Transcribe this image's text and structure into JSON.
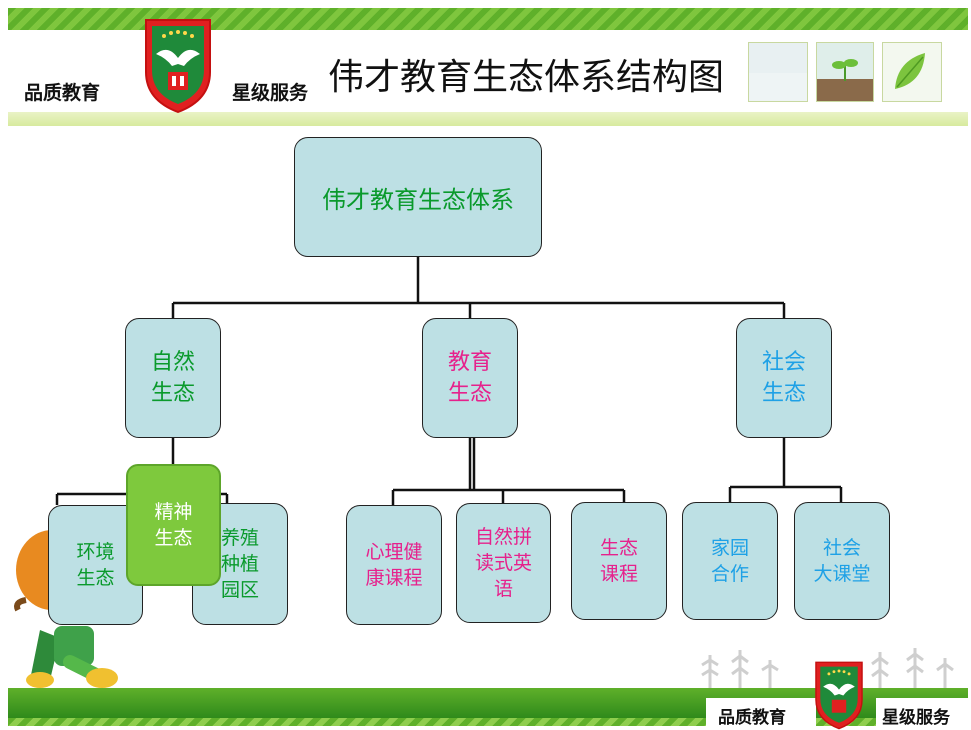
{
  "header": {
    "slogan_left": "品质教育",
    "slogan_right": "星级服务",
    "title": "伟才教育生态体系结构图"
  },
  "diagram": {
    "root": "伟才教育生态体系",
    "nature": {
      "label_l1": "自然",
      "label_l2": "生态",
      "children": {
        "env": {
          "l1": "环境",
          "l2": "生态"
        },
        "spirit": {
          "l1": "精神",
          "l2": "生态"
        },
        "farm": {
          "l1": "养殖",
          "l2": "种植",
          "l3": "园区"
        }
      }
    },
    "education": {
      "label_l1": "教育",
      "label_l2": "生态",
      "children": {
        "psych": {
          "l1": "心理健",
          "l2": "康课程"
        },
        "phonics": {
          "l1": "自然拼",
          "l2": "读式英",
          "l3": "语"
        },
        "eco": {
          "l1": "生态",
          "l2": "课程"
        }
      }
    },
    "society": {
      "label_l1": "社会",
      "label_l2": "生态",
      "children": {
        "home": {
          "l1": "家园",
          "l2": "合作"
        },
        "class": {
          "l1": "社会",
          "l2": "大课堂"
        }
      }
    }
  },
  "footer": {
    "slogan_left": "品质教育",
    "slogan_right": "星级服务"
  },
  "colors": {
    "node_fill": "#bde0e4",
    "nature_text": "#0a9a2c",
    "education_text": "#e6218c",
    "society_text": "#1ea1e6",
    "highlight_fill": "#7ec93d",
    "brand_green": "#5fb02a"
  }
}
